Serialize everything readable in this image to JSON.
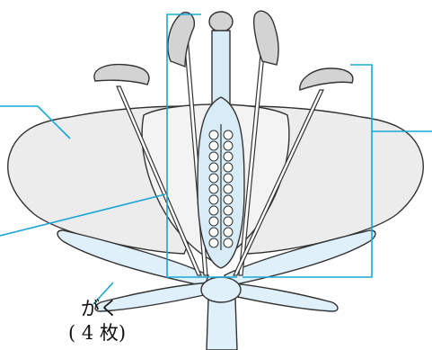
{
  "labels": {
    "sepal": "がく",
    "sepal_count": "( 4 枚)"
  },
  "colors": {
    "petal_fill": "#ececec",
    "petal_stroke": "#333333",
    "sepal_fill": "#dff0fa",
    "leader_line": "#1aa7d6",
    "bracket": "#1aa7d6",
    "ovule_fill": "#ffffff",
    "pistil_fill": "#d8ecf7",
    "anther_fill": "#d3d3d3",
    "stamen_filament_fill": "#ffffff"
  },
  "parts": [
    "petal",
    "sepal",
    "pistil",
    "ovary",
    "ovule",
    "stigma",
    "stamen",
    "anther",
    "filament",
    "receptacle",
    "stem"
  ]
}
